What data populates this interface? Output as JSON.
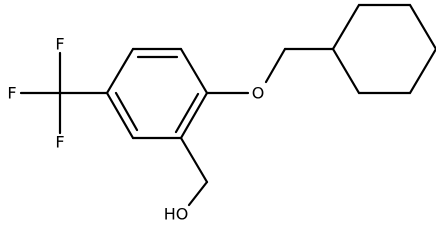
{
  "molecule": {
    "atoms": {
      "f1": "F",
      "f2": "F",
      "f3": "F",
      "oxygen_ether": "O",
      "hydroxyl": "HO"
    },
    "colors": {
      "bond": "#000000",
      "label": "#000000",
      "background": "#ffffff"
    }
  }
}
